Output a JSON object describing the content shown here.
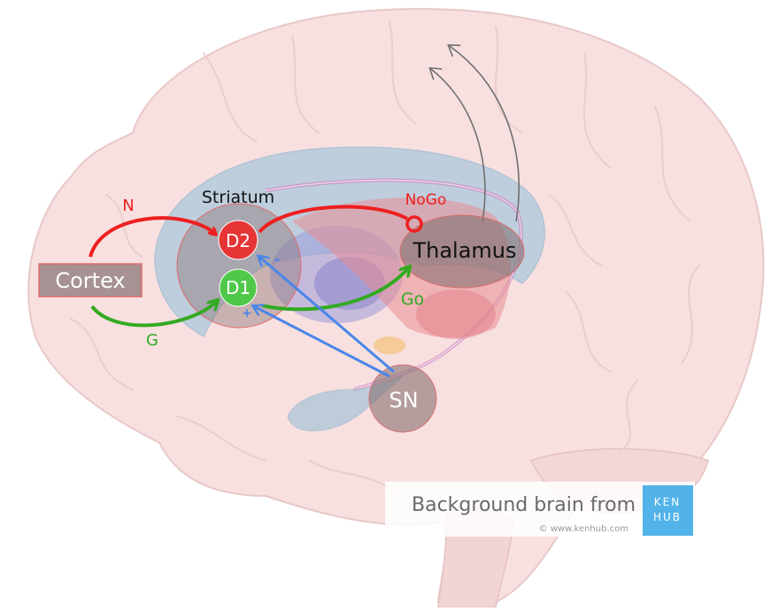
{
  "diagram": {
    "nodes": {
      "cortex": "Cortex",
      "striatum": "Striatum",
      "d2": "D2",
      "d1": "D1",
      "thalamus": "Thalamus",
      "sn": "SN"
    },
    "edge_labels": {
      "n": "N",
      "g": "G",
      "nogo": "NoGo",
      "go": "Go",
      "minus": "-",
      "plus": "+"
    }
  },
  "credit": {
    "text": "Background brain from",
    "logo_line1": "KEN",
    "logo_line2": "HUB",
    "url": "© www.kenhub.com"
  },
  "colors": {
    "brain_fill": "#f7dede",
    "red": "#ee1f1f",
    "green": "#33aa22",
    "blue": "#4a86e8",
    "grey_arrow": "#707070",
    "kenhub_blue": "#52b3e8"
  }
}
